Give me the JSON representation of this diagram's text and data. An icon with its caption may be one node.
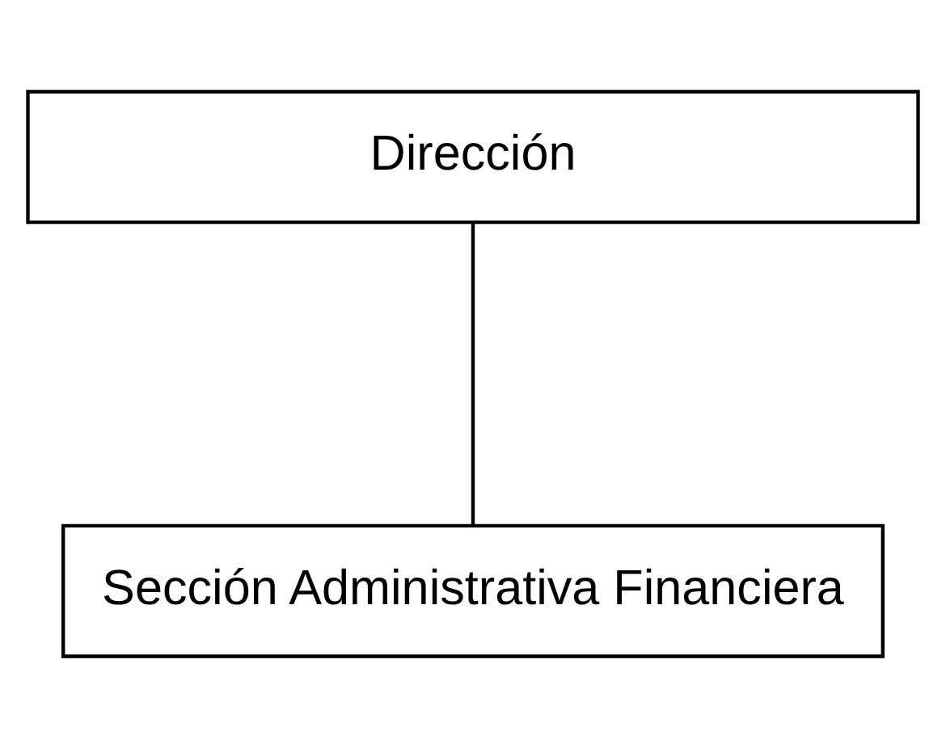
{
  "diagram": {
    "nodes": [
      {
        "text": [
          "Dirección"
        ]
      },
      {
        "text": [
          "Sección Administrativa Financiera"
        ]
      }
    ],
    "edges": [
      {
        "from": 0,
        "to": 1,
        "arrow": "none"
      }
    ]
  }
}
